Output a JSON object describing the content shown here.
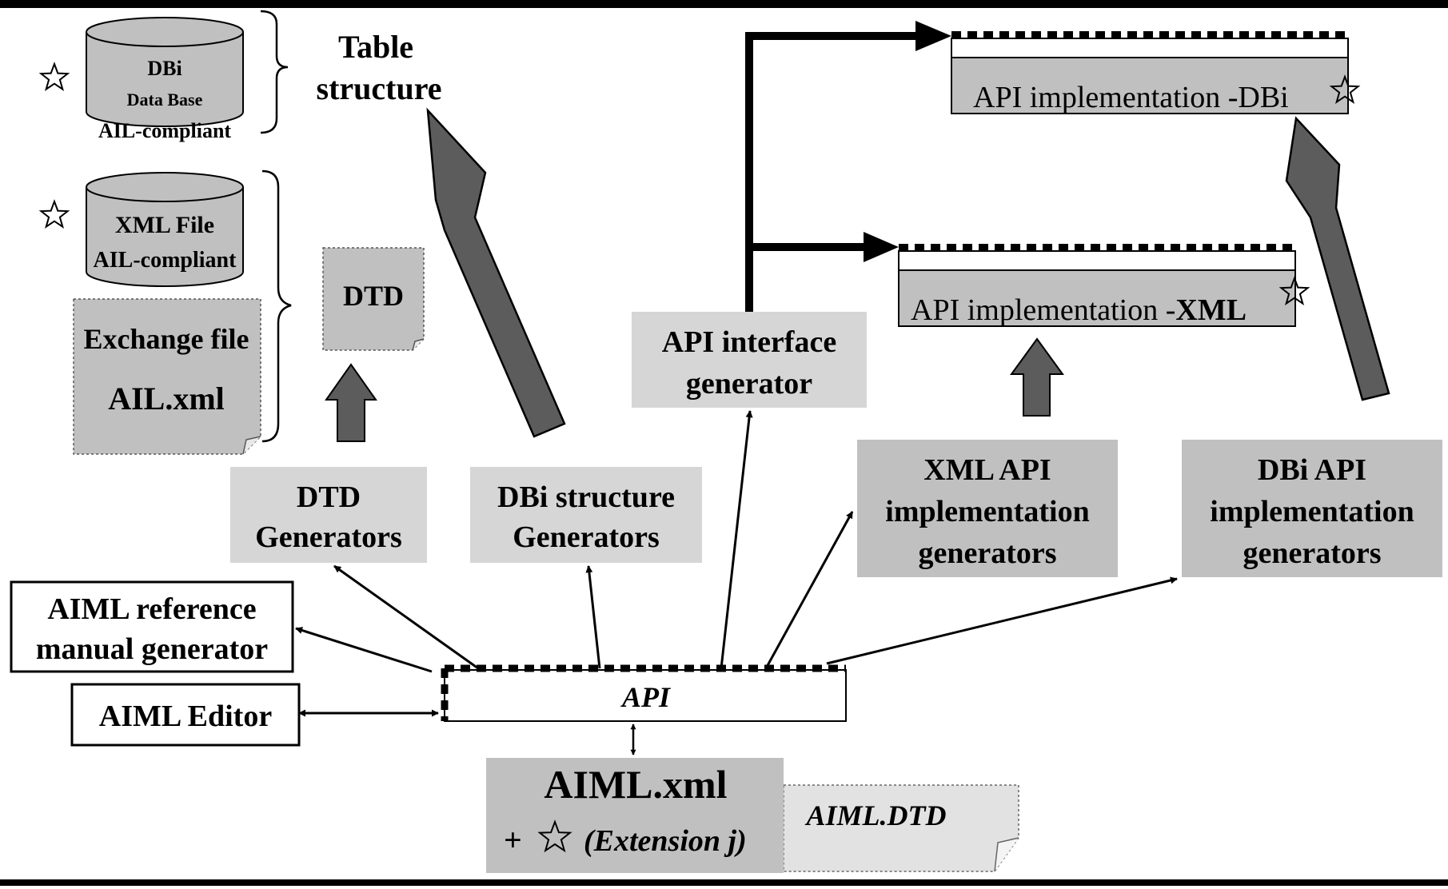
{
  "colors": {
    "box_light": "#d6d6d6",
    "box_medium": "#c0c0c0",
    "big_arrow": "#5c5c5c",
    "line": "#000000"
  },
  "icons": {
    "extension_marker": "star-outline-icon"
  },
  "databases": {
    "dbi": {
      "line1": "DBi",
      "line2": "Data Base",
      "line3": "AIL-compliant"
    },
    "xml": {
      "line1": "XML File",
      "line2": "AIL-compliant"
    }
  },
  "exchange_file": {
    "line1": "Exchange file",
    "line2": "AIL.xml"
  },
  "table_structure": {
    "line1": "Table",
    "line2": "structure"
  },
  "dtd_doc": {
    "label": "DTD"
  },
  "generators": {
    "dtd": {
      "line1": "DTD",
      "line2": "Generators"
    },
    "dbi_structure": {
      "line1": "DBi structure",
      "line2": "Generators"
    },
    "api_interface": {
      "line1": "API interface",
      "line2": "generator"
    },
    "xml_api": {
      "line1": "XML API",
      "line2": "implementation",
      "line3": "generators"
    },
    "dbi_api": {
      "line1": "DBi API",
      "line2": "implementation",
      "line3": "generators"
    }
  },
  "implementations": {
    "dbi": {
      "text": "API implementation -DBi"
    },
    "xml": {
      "prefix": "API implementation -",
      "bold": "XML"
    }
  },
  "tools": {
    "reference_manual": {
      "line1": "AIML reference",
      "line2": "manual generator"
    },
    "editor": {
      "label": "AIML Editor"
    }
  },
  "api": {
    "label": "API"
  },
  "aiml": {
    "title": "AIML.xml",
    "plus": "+",
    "extension": "(Extension j)",
    "dtd": "AIML.DTD"
  }
}
